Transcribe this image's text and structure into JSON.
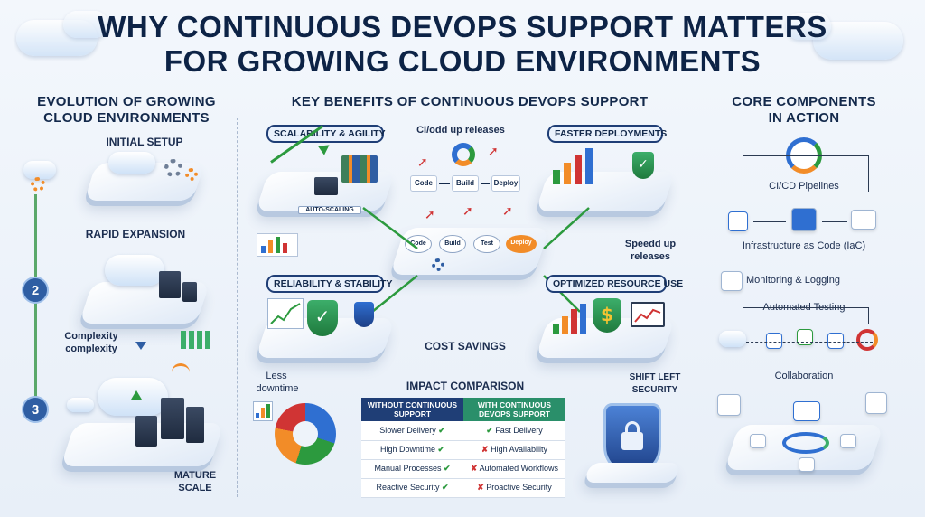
{
  "title": {
    "line1": "WHY CONTINUOUS DEVOPS SUPPORT MATTERS",
    "line2": "FOR GROWING CLOUD ENVIRONMENTS"
  },
  "evolution": {
    "heading_line1": "EVOLUTION OF GROWING",
    "heading_line2": "CLOUD ENVIRONMENTS",
    "stage1": "INITIAL SETUP",
    "stage2": "RAPID EXPANSION",
    "complexity_line1": "Complexity",
    "complexity_line2": "complexity",
    "stage3_line1": "MATURE",
    "stage3_line2": "SCALE",
    "num2": "2",
    "num3": "3"
  },
  "benefits": {
    "heading": "KEY BENEFITS OF CONTINUOUS DEVOPS SUPPORT",
    "scalability": "SCALABILITY & AGILITY",
    "auto_scaling": "AUTO-SCALING",
    "ci_title": "CI/odd up releases",
    "flow1": [
      "Code",
      "Build",
      "Deploy"
    ],
    "faster": "FASTER DEPLOYMENTS",
    "hub_flow": [
      "Code",
      "Build",
      "Test",
      "Deploy"
    ],
    "speed_line1": "Speedd up",
    "speed_line2": "releases",
    "reliability": "RELIABILITY & STABILITY",
    "optimized": "OPTIMIZED RESOURCE USE",
    "cost": "COST SAVINGS",
    "less_line1": "Less",
    "less_line2": "downtime",
    "shift_line1": "SHIFT LEFT",
    "shift_line2": "SECURITY",
    "impact": "IMPACT COMPARISON",
    "cost_symbol": "$"
  },
  "comparison": {
    "header_without": "WITHOUT CONTINUOUS SUPPORT",
    "header_with": "WITH CONTINUOUS DEVOPS SUPPORT",
    "rows": [
      {
        "without": "Slower Delivery",
        "with": "Fast Delivery"
      },
      {
        "without": "High Downtime",
        "with": "High Availability"
      },
      {
        "without": "Manual Processes",
        "with": "Automated Workflows"
      },
      {
        "without": "Reactive Security",
        "with": "Proactive Security"
      }
    ],
    "check": "✔",
    "cross": "✘"
  },
  "core": {
    "heading_line1": "CORE COMPONENTS",
    "heading_line2": "IN ACTION",
    "cicd": "CI/CD Pipelines",
    "iac": "Infrastructure as Code (IaC)",
    "monitoring": "Monitoring & Logging",
    "testing": "Automated Testing",
    "collaboration": "Collaboration"
  },
  "colors": {
    "navy": "#13294b",
    "accent_green": "#2c9a3e",
    "accent_orange": "#f28c28",
    "accent_blue": "#2f6fd1",
    "red": "#d03434"
  }
}
